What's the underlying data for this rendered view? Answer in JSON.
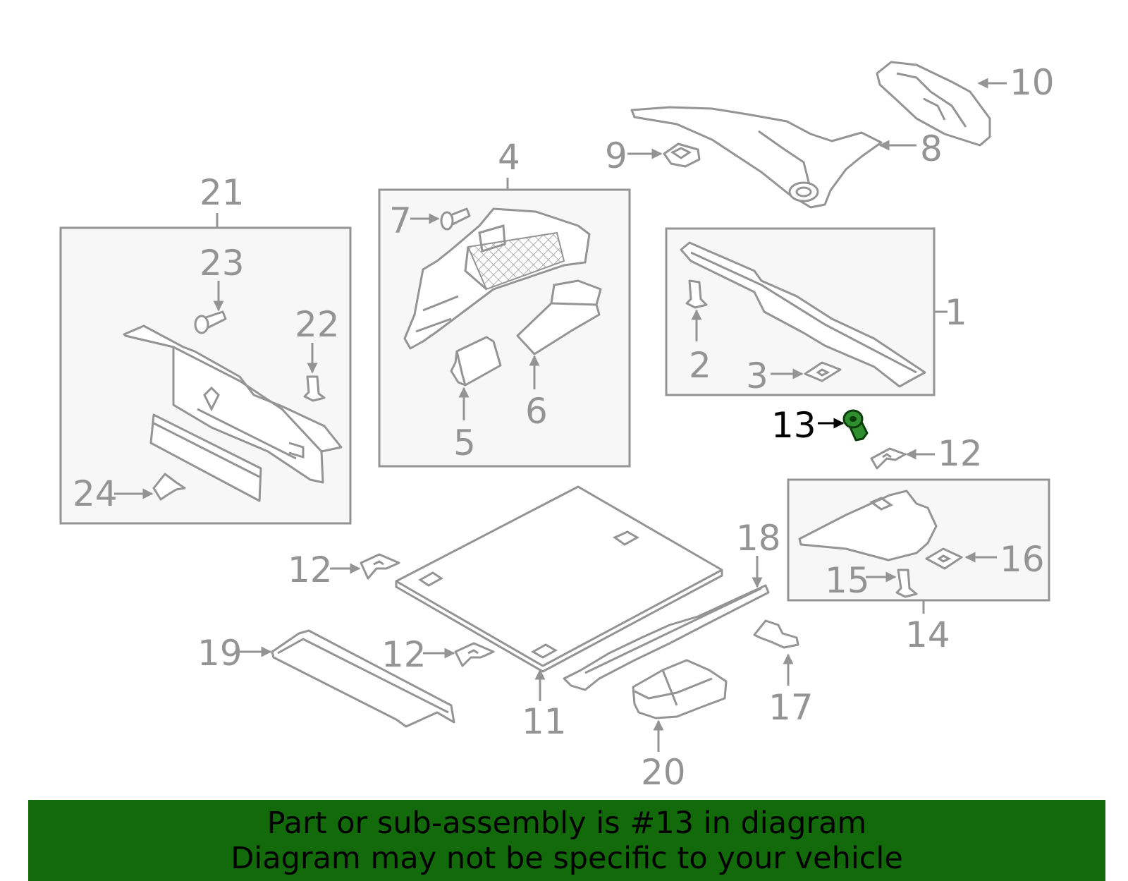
{
  "highlight_color": "#136a0a",
  "highlighted_part": "13",
  "callouts": {
    "c1": "1",
    "c2": "2",
    "c3": "3",
    "c4": "4",
    "c5": "5",
    "c6": "6",
    "c7": "7",
    "c8": "8",
    "c9": "9",
    "c10": "10",
    "c11": "11",
    "c12a": "12",
    "c12b": "12",
    "c12c": "12",
    "c13": "13",
    "c14": "14",
    "c15": "15",
    "c16": "16",
    "c17": "17",
    "c18": "18",
    "c19": "19",
    "c20": "20",
    "c21": "21",
    "c22": "22",
    "c23": "23",
    "c24": "24"
  },
  "banner": {
    "line1": "Part or sub-assembly is #13 in diagram",
    "line2": "Diagram may not be specific to your vehicle"
  }
}
